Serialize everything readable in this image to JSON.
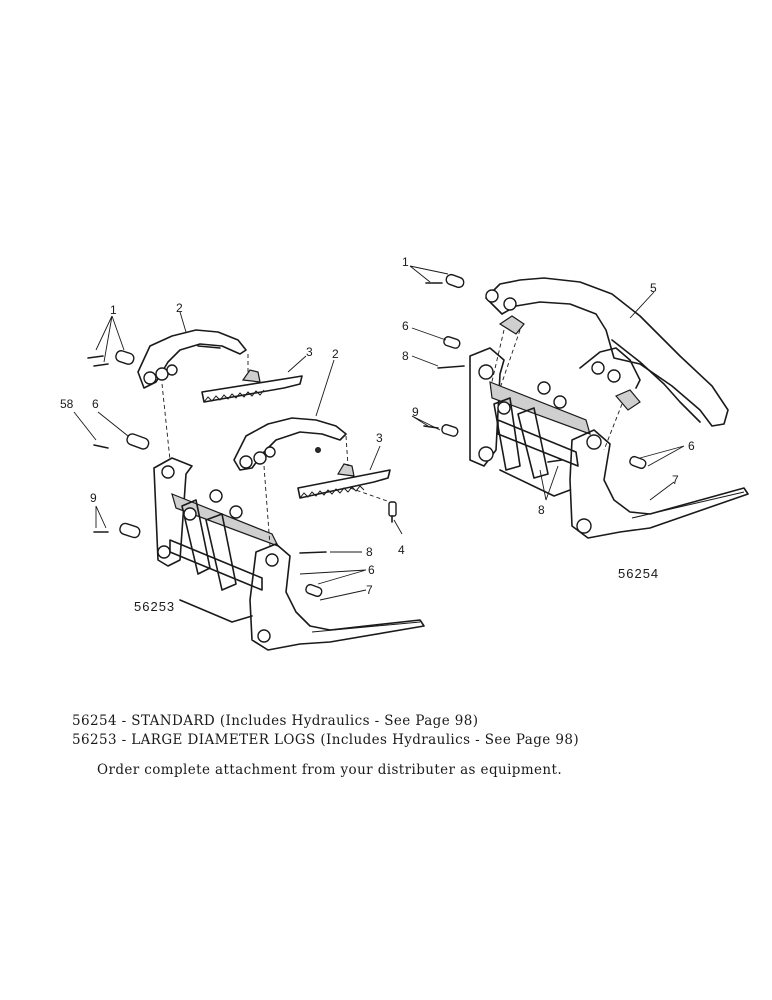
{
  "diagram": {
    "left_assembly": {
      "model_number": "56253",
      "callouts": [
        "1",
        "2",
        "3",
        "2",
        "58",
        "6",
        "3",
        "9",
        "4",
        "8",
        "6",
        "7"
      ]
    },
    "right_assembly": {
      "model_number": "56254",
      "callouts": [
        "1",
        "5",
        "6",
        "8",
        "9",
        "6",
        "7",
        "8"
      ]
    }
  },
  "captions": {
    "line1": "56254 - STANDARD (Includes Hydraulics - See Page 98)",
    "line2": "56253 - LARGE DIAMETER LOGS (Includes Hydraulics - See Page 98)",
    "line3": "Order complete attachment from your distributer as equipment."
  }
}
